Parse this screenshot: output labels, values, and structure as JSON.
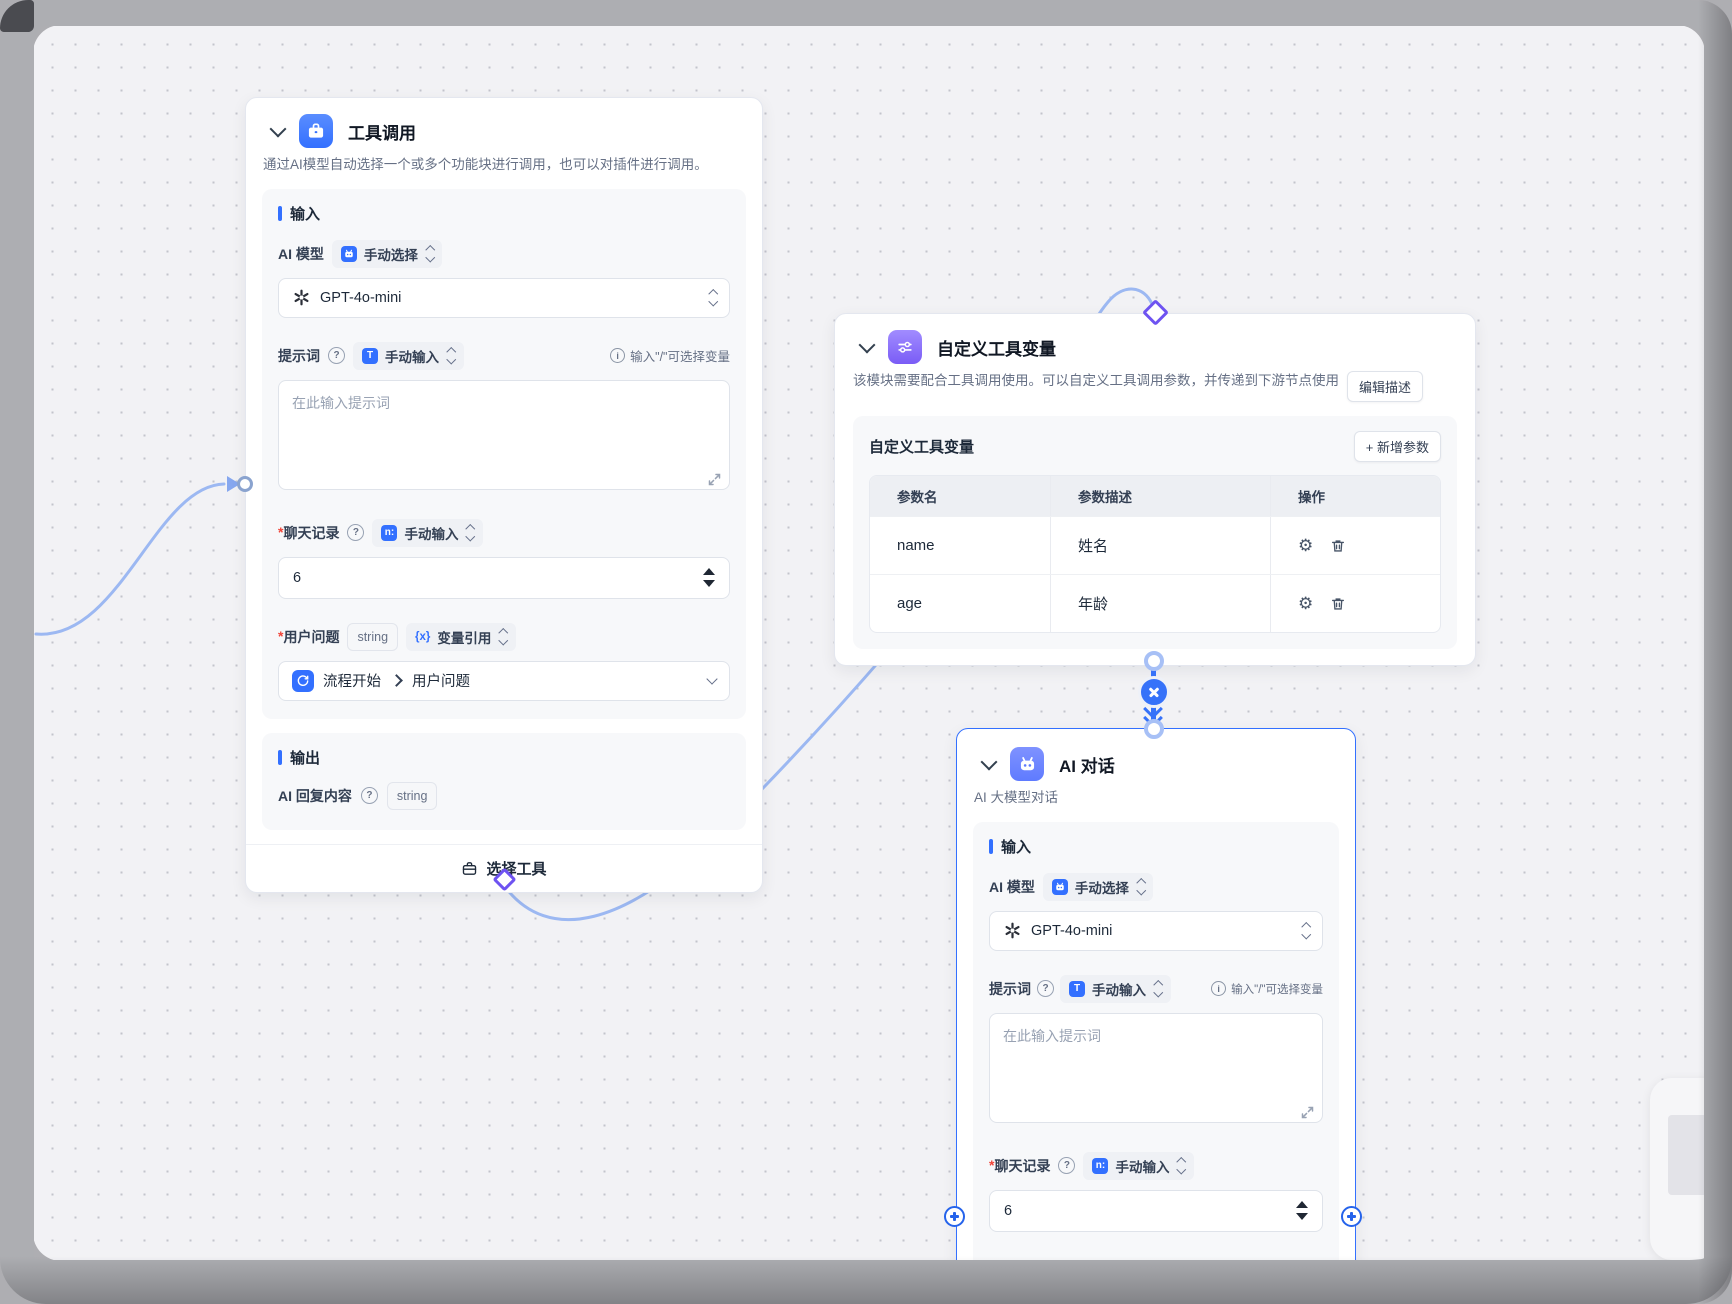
{
  "icons": {
    "question": "?",
    "info": "i",
    "asterisk": "*",
    "var_ref": "{x}",
    "gear": "⚙",
    "text_input": "T",
    "number_input": "n:"
  },
  "common": {
    "input_section": "输入",
    "output_section": "输出",
    "ai_model_label": "AI 模型",
    "manual_select": "手动选择",
    "manual_input": "手动输入",
    "model_value": "GPT-4o-mini",
    "prompt_label": "提示词",
    "prompt_hint": "输入\"/\"可选择变量",
    "prompt_placeholder": "在此输入提示词",
    "history_label": "聊天记录",
    "history_value": "6",
    "string_type": "string"
  },
  "tool_node": {
    "title": "工具调用",
    "description": "通过AI模型自动选择一个或多个功能块进行调用，也可以对插件进行调用。",
    "question_label": "用户问题",
    "var_ref_label": "变量引用",
    "question_source": "流程开始",
    "question_field": "用户问题",
    "output_field": "AI 回复内容",
    "select_tool_button": "选择工具"
  },
  "custom_var_node": {
    "title": "自定义工具变量",
    "description": "该模块需要配合工具调用使用。可以自定义工具调用参数，并传递到下游节点使用",
    "edit_desc_button": "编辑描述",
    "panel_title": "自定义工具变量",
    "add_param_button": "+ 新增参数",
    "columns": [
      "参数名",
      "参数描述",
      "操作"
    ],
    "rows": [
      {
        "name": "name",
        "desc": "姓名"
      },
      {
        "name": "age",
        "desc": "年龄"
      }
    ]
  },
  "ai_chat_node": {
    "title": "AI 对话",
    "subtitle": "AI 大模型对话"
  }
}
